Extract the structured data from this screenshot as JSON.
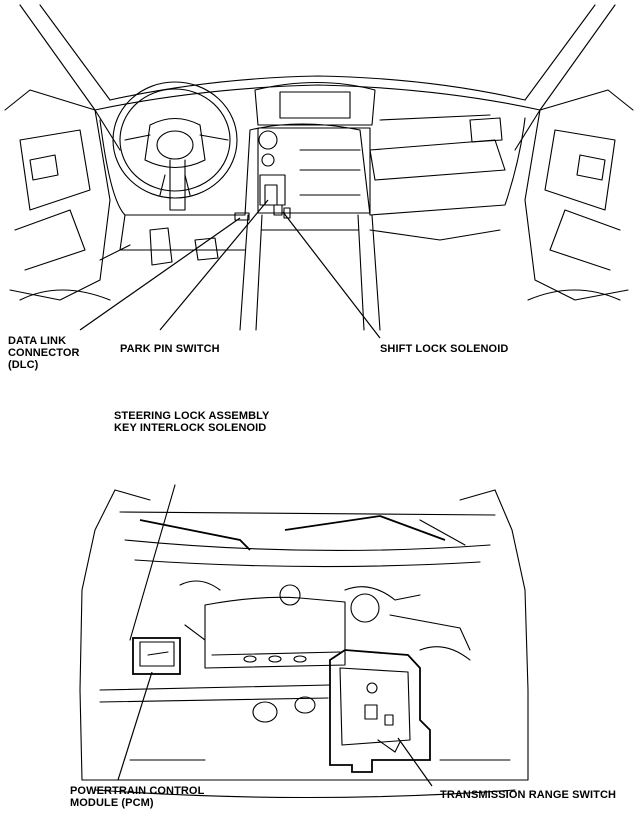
{
  "interior_labels": {
    "dlc": [
      "DATA LINK",
      "CONNECTOR",
      "(DLC)"
    ],
    "park_pin_switch": "PARK PIN SWITCH",
    "shift_lock_solenoid": "SHIFT LOCK SOLENOID",
    "steering_lock": [
      "STEERING LOCK ASSEMBLY",
      "KEY INTERLOCK SOLENOID"
    ]
  },
  "engine_labels": {
    "pcm": [
      "POWERTRAIN CONTROL",
      "MODULE (PCM)"
    ],
    "transmission_range_switch": "TRANSMISSION RANGE SWITCH"
  }
}
